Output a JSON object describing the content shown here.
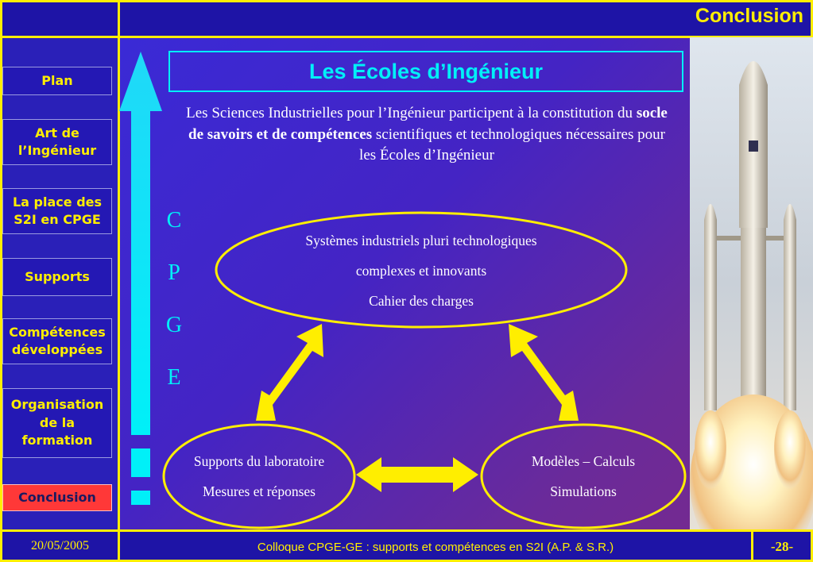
{
  "header": {
    "title": "Conclusion"
  },
  "nav": {
    "items": [
      {
        "label": "Plan"
      },
      {
        "label": "Art de l’Ingénieur"
      },
      {
        "label": "La place des S2I en CPGE"
      },
      {
        "label": "Supports"
      },
      {
        "label": "Compétences développées"
      },
      {
        "label": "Organisation de la formation"
      },
      {
        "label": "Conclusion",
        "active": true
      }
    ]
  },
  "main": {
    "heading": "Les Écoles d’Ingénieur",
    "intro_part1": "Les Sciences Industrielles pour l’Ingénieur participent à la constitution du ",
    "intro_bold": "socle de savoirs et de compétences",
    "intro_part2": " scientifiques et technologiques nécessaires pour les Écoles d’Ingénieur",
    "cpge_letters": [
      "C",
      "P",
      "G",
      "E"
    ],
    "top_ellipse": {
      "line1": "Systèmes industriels pluri technologiques",
      "line2": "complexes et innovants",
      "line3": "Cahier des charges"
    },
    "left_ellipse": {
      "line1": "Supports du laboratoire",
      "line2": "Mesures et réponses"
    },
    "right_ellipse": {
      "line1": "Modèles – Calculs",
      "line2": "Simulations"
    }
  },
  "footer": {
    "date": "20/05/2005",
    "caption": "Colloque CPGE-GE : supports et compétences en S2I (A.P. & S.R.)",
    "page": "-28-"
  },
  "colors": {
    "accent": "#ffee00",
    "cyan": "#00f0f8",
    "active": "#ff3838"
  }
}
